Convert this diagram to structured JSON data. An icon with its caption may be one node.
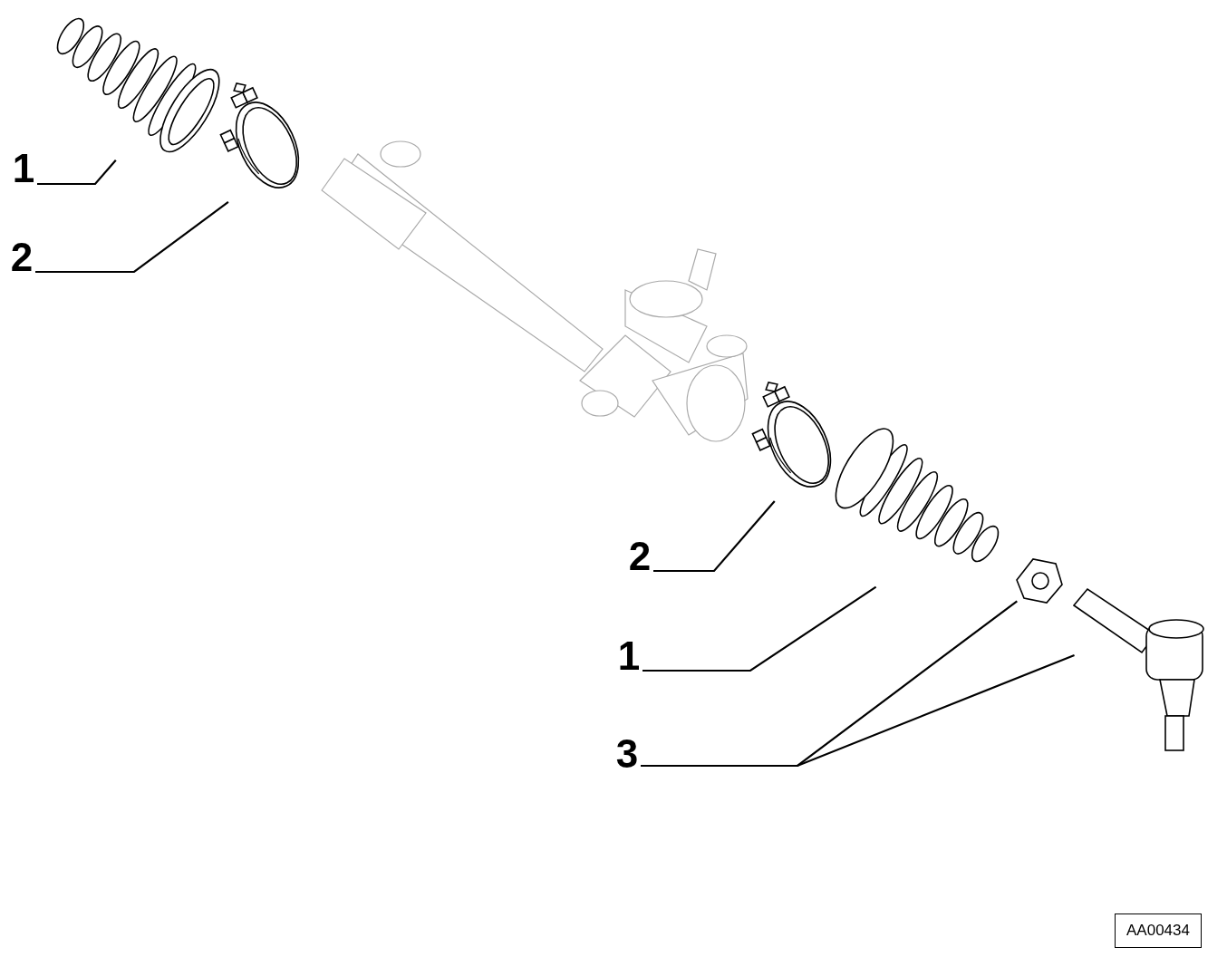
{
  "diagram": {
    "nodes": [
      {
        "text": [
          "1"
        ]
      },
      {
        "text": [
          "2"
        ]
      },
      {
        "text": [
          "2"
        ]
      },
      {
        "text": [
          "1"
        ]
      },
      {
        "text": [
          "3"
        ]
      },
      {
        "text": [
          "AA00434"
        ]
      },
      {
        "text": [],
        "shape": "picture"
      },
      {
        "text": [],
        "shape": "picture"
      },
      {
        "text": [],
        "shape": "picture"
      },
      {
        "text": [],
        "shape": "picture"
      },
      {
        "text": [],
        "shape": "picture"
      },
      {
        "text": [],
        "shape": "picture"
      }
    ],
    "edges": [
      {
        "from": 0,
        "to": 6,
        "arrow": "none"
      },
      {
        "from": 1,
        "to": 7,
        "arrow": "none"
      },
      {
        "from": 2,
        "to": 8,
        "arrow": "none"
      },
      {
        "from": 3,
        "to": 9,
        "arrow": "none"
      },
      {
        "from": 4,
        "to": 10,
        "arrow": "none"
      },
      {
        "from": 4,
        "to": 11,
        "arrow": "none"
      }
    ]
  }
}
